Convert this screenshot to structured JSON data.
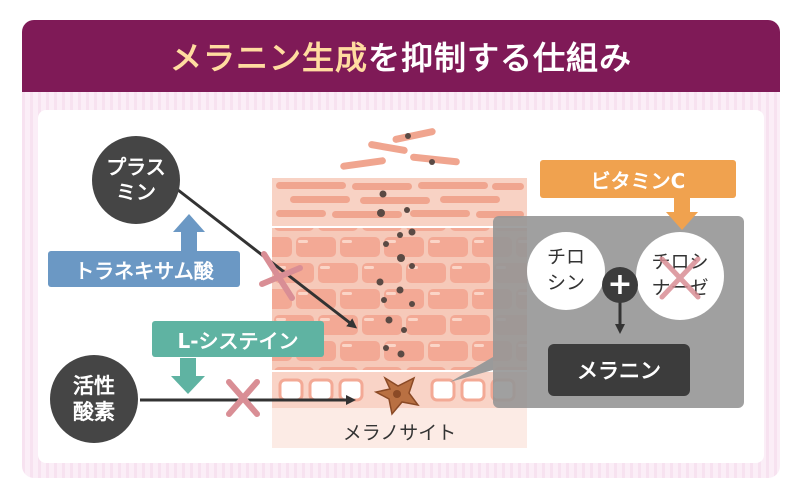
{
  "title": {
    "highlight": "メラニン生成",
    "rest": "を抑制する仕組み"
  },
  "nodes": {
    "plasmin": "プラス\nミン",
    "active_oxygen": "活性\n酸素",
    "tranexamic": "トラネキサム酸",
    "cysteine": "L-システイン",
    "vitamin_c": "ビタミンC",
    "tyrosine": "チロ\nシン",
    "tyrosinase": "チロシ\nナーゼ",
    "melanin": "メラニン",
    "melanocyte": "メラノサイト",
    "plus_sign": "+"
  },
  "colors": {
    "header": "#7f1a57",
    "title_accent": "#ffdca0",
    "circle_dark": "#454545",
    "tranexamic_box": "#6b98c4",
    "cysteine_box": "#5fb3a2",
    "vitamin_c_box": "#f0a24f",
    "reaction_panel": "#a3a3a3",
    "melanin_box": "#3c3c3c",
    "cross": "#d98e95",
    "skin": "#f4b9a7"
  }
}
